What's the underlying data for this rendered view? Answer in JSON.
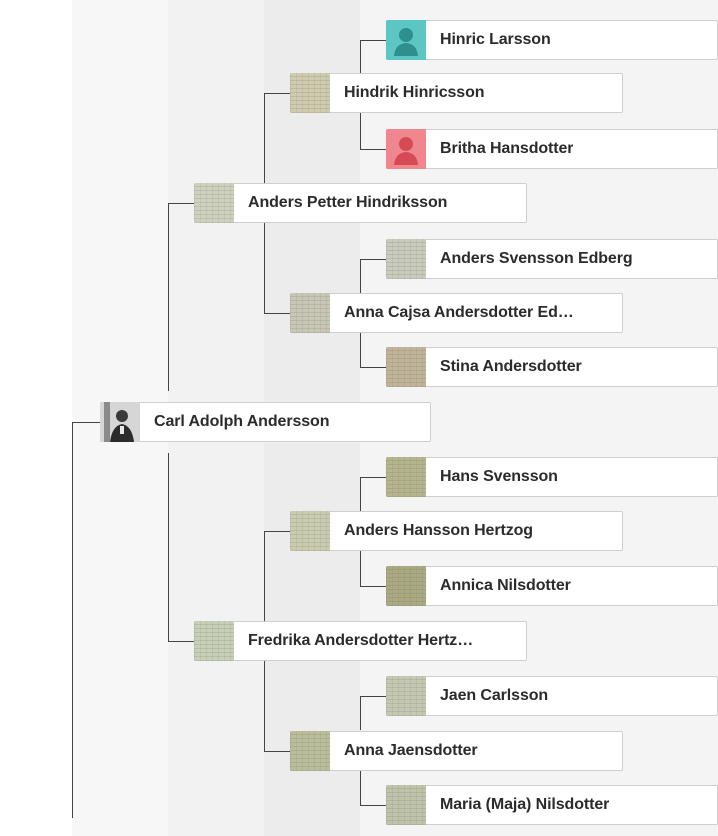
{
  "tree": {
    "root": {
      "name": "Carl Adolph Andersson",
      "thumb": "photo"
    },
    "father": {
      "name": "Anders Petter Hindriksson",
      "thumb": "doc"
    },
    "mother": {
      "name": "Fredrika Andersdotter Hertz…",
      "thumb": "doc"
    },
    "ff": {
      "name": "Hindrik Hinricsson",
      "thumb": "doc"
    },
    "fm": {
      "name": "Anna Cajsa Andersdotter Ed…",
      "thumb": "doc"
    },
    "mf": {
      "name": "Anders Hansson Hertzog",
      "thumb": "doc"
    },
    "mm": {
      "name": "Anna Jaensdotter",
      "thumb": "doc"
    },
    "fff": {
      "name": "Hinric Larsson",
      "thumb": "male-silhouette"
    },
    "ffm": {
      "name": "Britha Hansdotter",
      "thumb": "female-silhouette"
    },
    "fmf": {
      "name": "Anders Svensson Edberg",
      "thumb": "doc"
    },
    "fmm": {
      "name": "Stina Andersdotter",
      "thumb": "doc"
    },
    "mff": {
      "name": "Hans Svensson",
      "thumb": "doc"
    },
    "mfm": {
      "name": "Annica Nilsdotter",
      "thumb": "doc"
    },
    "mmf": {
      "name": "Jaen Carlsson",
      "thumb": "doc"
    },
    "mmm": {
      "name": "Maria (Maja) Nilsdotter",
      "thumb": "doc"
    }
  },
  "colors": {
    "male": "#5bc6c4",
    "female": "#f0878f",
    "connector": "#444444",
    "card_border": "#cfcfcf"
  }
}
